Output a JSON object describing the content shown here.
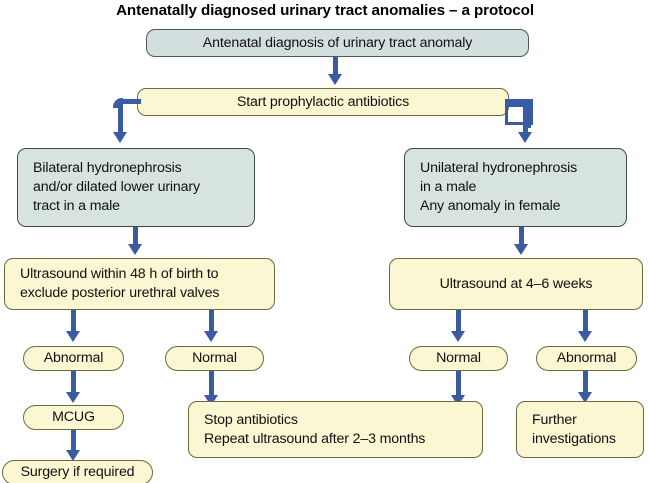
{
  "title": "Antenatally diagnosed urinary tract anomalies – a protocol",
  "colors": {
    "arrow_blue": "#3a5aa4",
    "box_blue_fill": "#d3dfdf",
    "box_green_fill": "#d7e3dd",
    "box_cream_fill": "#faf7d2",
    "text": "#111111",
    "background": "#ffffff"
  },
  "nodes": {
    "start": "Antenatal diagnosis of urinary tract anomaly",
    "antibiotics": "Start prophylactic antibiotics",
    "left_branch": "Bilateral hydronephrosis\nand/or dilated lower urinary\ntract in a male",
    "right_branch": "Unilateral hydronephrosis\nin a male\nAny anomaly in female",
    "left_ultrasound": "Ultrasound within 48 h of birth to\nexclude posterior urethral valves",
    "right_ultrasound": "Ultrasound at 4–6 weeks",
    "left_abnormal": "Abnormal",
    "left_normal": "Normal",
    "right_normal": "Normal",
    "right_abnormal": "Abnormal",
    "mcug": "MCUG",
    "surgery": "Surgery if required",
    "stop_antibiotics": "Stop antibiotics\nRepeat ultrasound after 2–3 months",
    "further_investigations": "Further\ninvestigations"
  },
  "flow": {
    "edges": [
      {
        "from": "start",
        "to": "antibiotics"
      },
      {
        "from": "antibiotics",
        "to": "left_branch"
      },
      {
        "from": "antibiotics",
        "to": "right_branch"
      },
      {
        "from": "left_branch",
        "to": "left_ultrasound"
      },
      {
        "from": "right_branch",
        "to": "right_ultrasound"
      },
      {
        "from": "left_ultrasound",
        "to": "left_abnormal"
      },
      {
        "from": "left_ultrasound",
        "to": "left_normal"
      },
      {
        "from": "right_ultrasound",
        "to": "right_normal"
      },
      {
        "from": "right_ultrasound",
        "to": "right_abnormal"
      },
      {
        "from": "left_abnormal",
        "to": "mcug"
      },
      {
        "from": "mcug",
        "to": "surgery"
      },
      {
        "from": "left_normal",
        "to": "stop_antibiotics"
      },
      {
        "from": "right_normal",
        "to": "stop_antibiotics"
      },
      {
        "from": "right_abnormal",
        "to": "further_investigations"
      }
    ]
  }
}
